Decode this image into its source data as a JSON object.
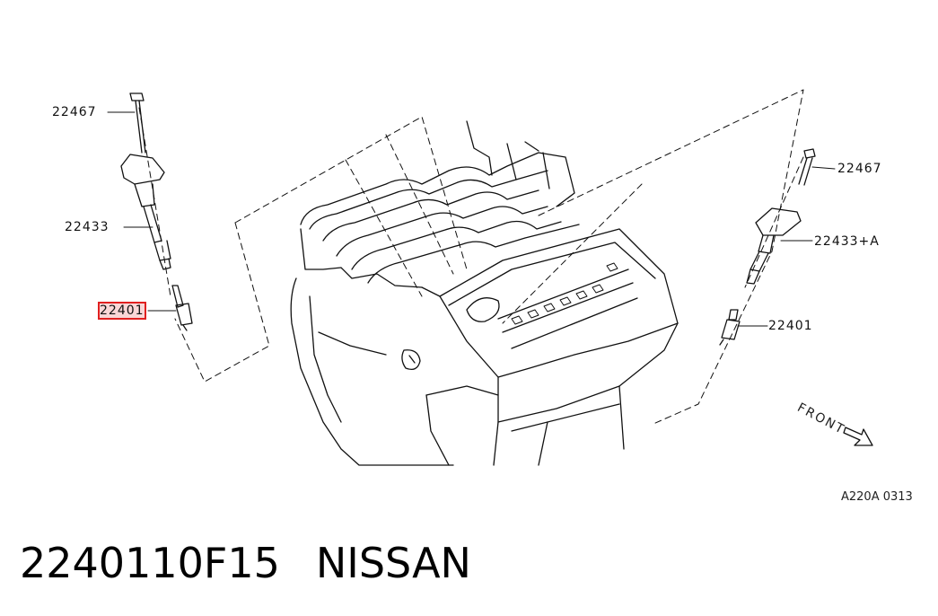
{
  "callouts": {
    "left_bolt": "22467",
    "left_coil": "22433",
    "left_plug": "22401",
    "right_bolt": "22467",
    "right_coil": "22433+A",
    "right_plug": "22401"
  },
  "front_label": "FRONT",
  "drawing_code": "A220A 0313",
  "part_number": "2240110F15",
  "brand": "NISSAN",
  "highlight_color": "#e02020"
}
